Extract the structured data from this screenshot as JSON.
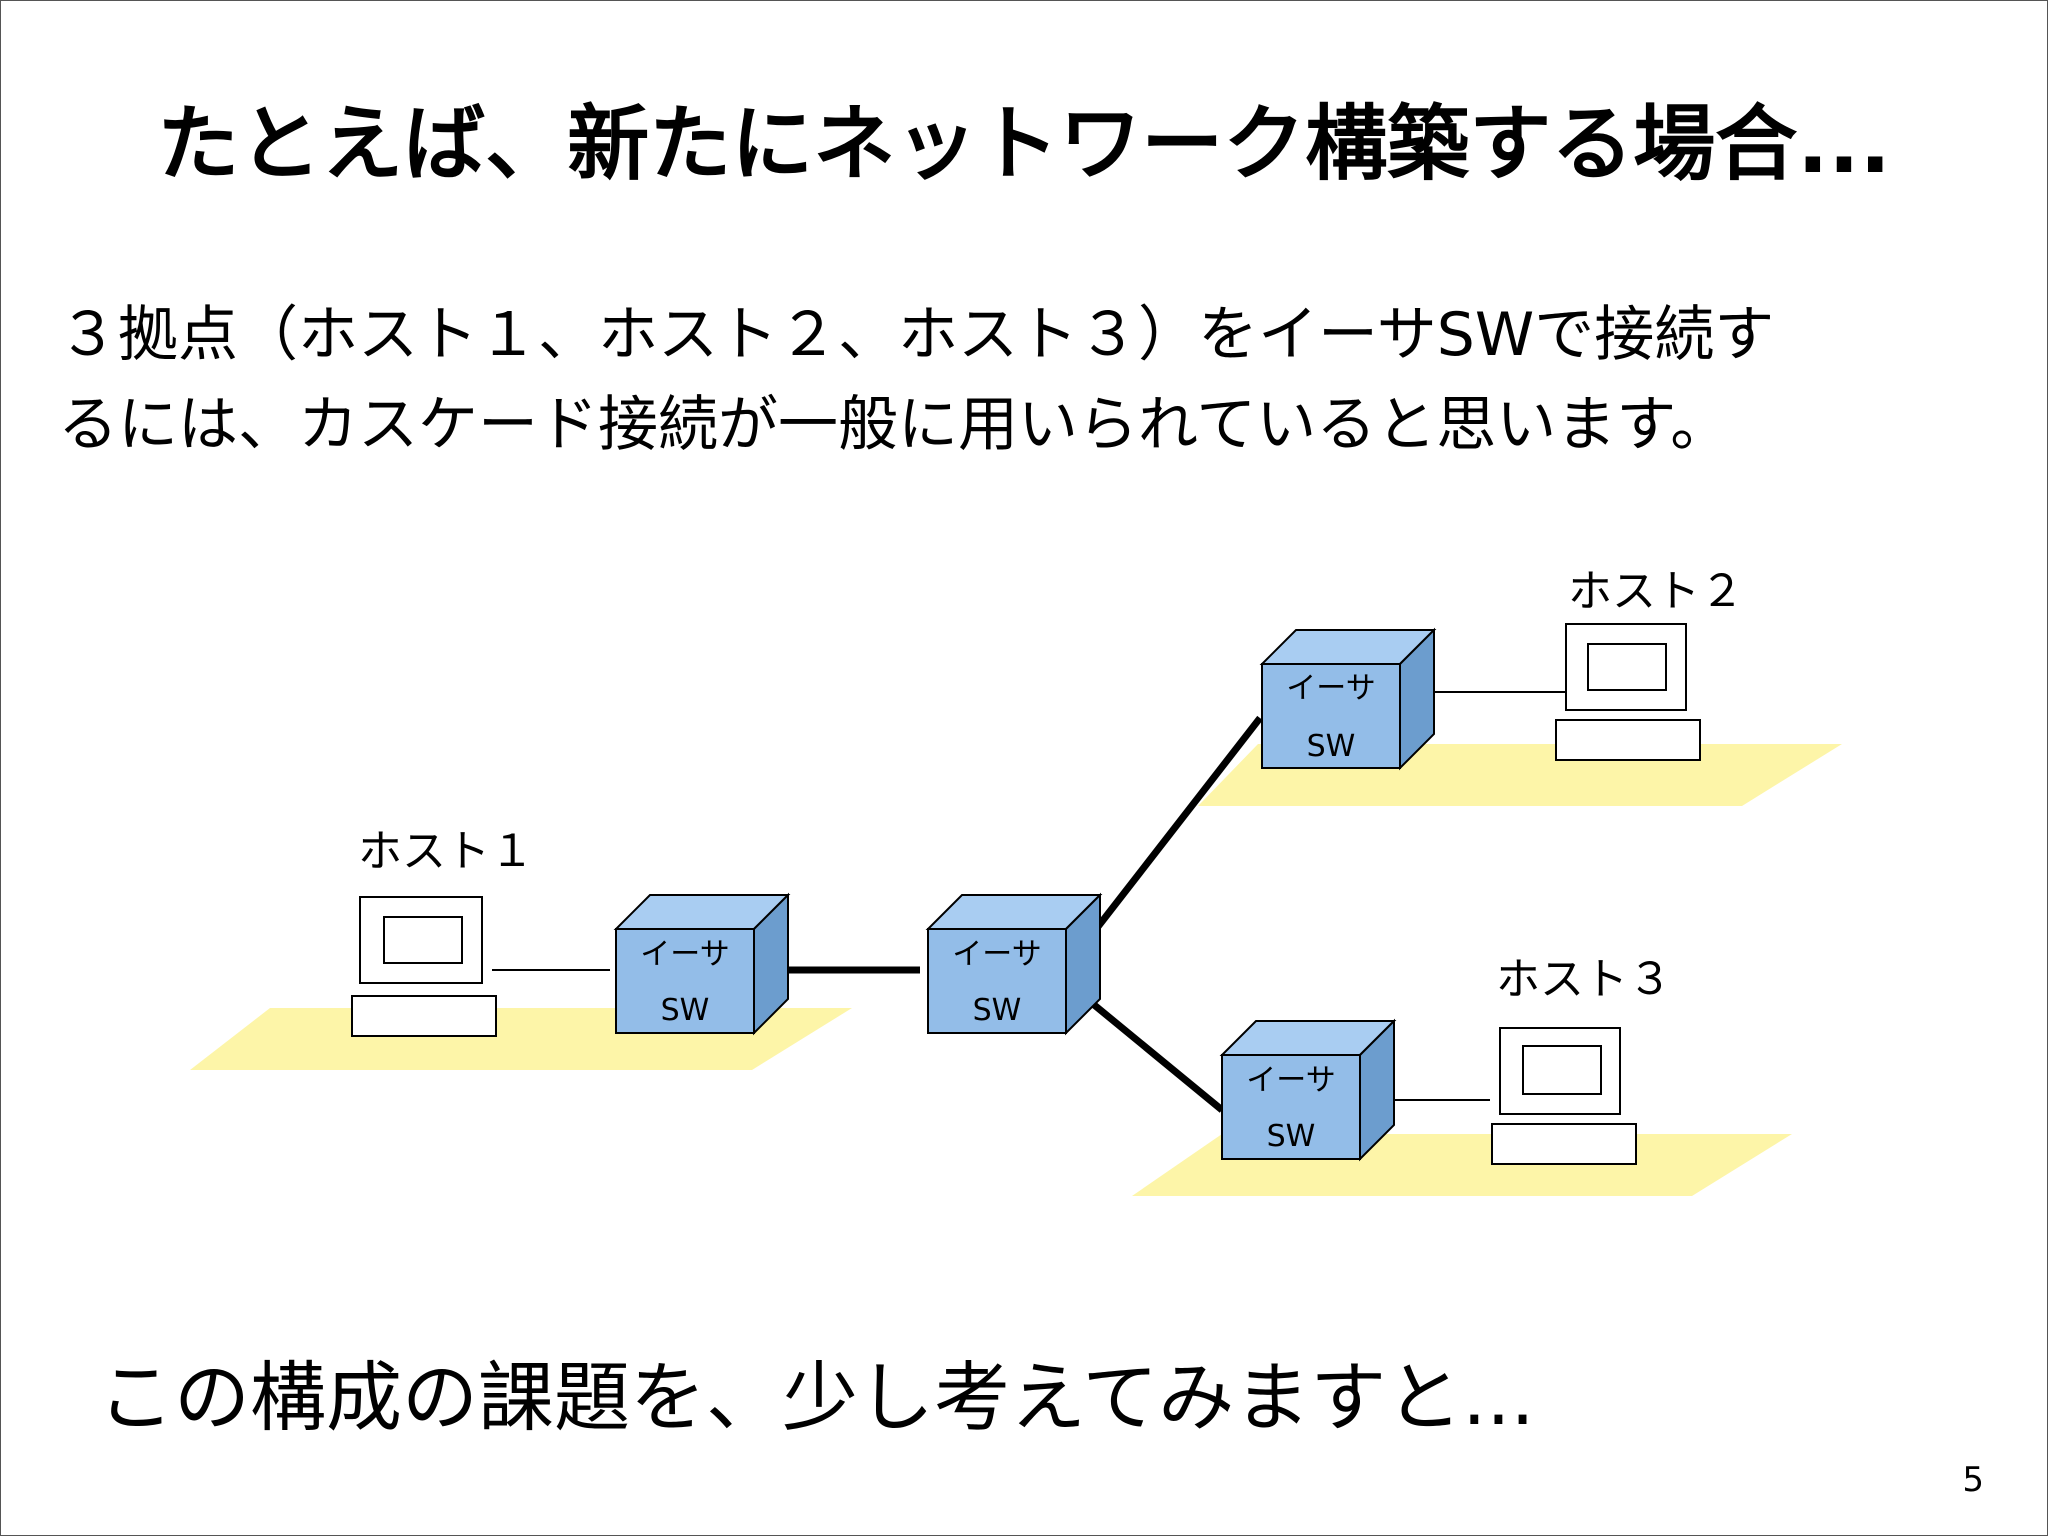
{
  "slide": {
    "title": "たとえば、新たにネットワーク構築する場合...",
    "body_lines": [
      "３拠点（ホスト１、ホスト２、ホスト３）をイーサSWで接続す",
      "るには、カスケード接続が一般に用いられていると思います。"
    ],
    "footer": "この構成の課題を、少し考えてみますと...",
    "page_number": "5"
  },
  "diagram": {
    "hosts": {
      "host1": "ホスト１",
      "host2": "ホスト２",
      "host3": "ホスト３"
    },
    "switch_label_top": "イーサ",
    "switch_label_bottom": "SW"
  },
  "colors": {
    "switch_front": "#93bde8",
    "switch_top": "#a9cdf2",
    "switch_side": "#6c9dce",
    "floor": "#fdf5a8",
    "line": "#000000"
  }
}
